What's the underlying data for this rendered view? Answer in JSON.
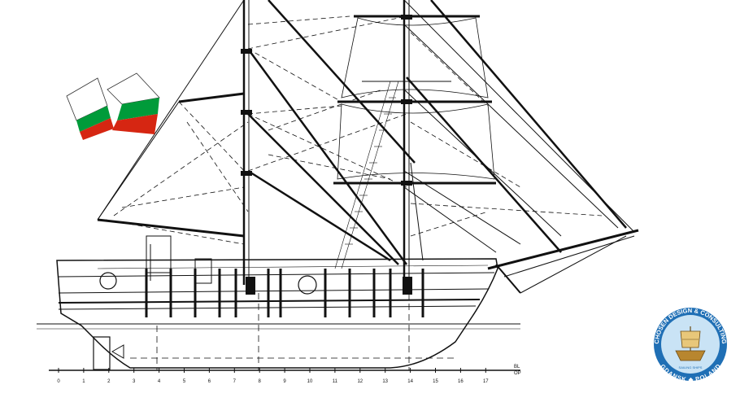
{
  "drawing": {
    "station_labels": [
      "0",
      "1",
      "2",
      "3",
      "4",
      "5",
      "6",
      "7",
      "8",
      "9",
      "10",
      "11",
      "12",
      "13",
      "14",
      "15",
      "16",
      "17"
    ],
    "baseline_label_top": "BL",
    "baseline_label_bottom": "OP"
  },
  "flag": {
    "country": "Bulgaria",
    "colors": [
      "#ffffff",
      "#009b3a",
      "#d62612"
    ]
  },
  "logo": {
    "text_top": "CHOSEN DESIGN & CONSULTING",
    "text_bottom": "GDANSK ◆ POLAND",
    "text_ribbon": "SAILING SHIPS",
    "colors": {
      "ring": "#1f6fb5",
      "inner": "#c9e3f5",
      "ship": "#b8862f"
    }
  }
}
